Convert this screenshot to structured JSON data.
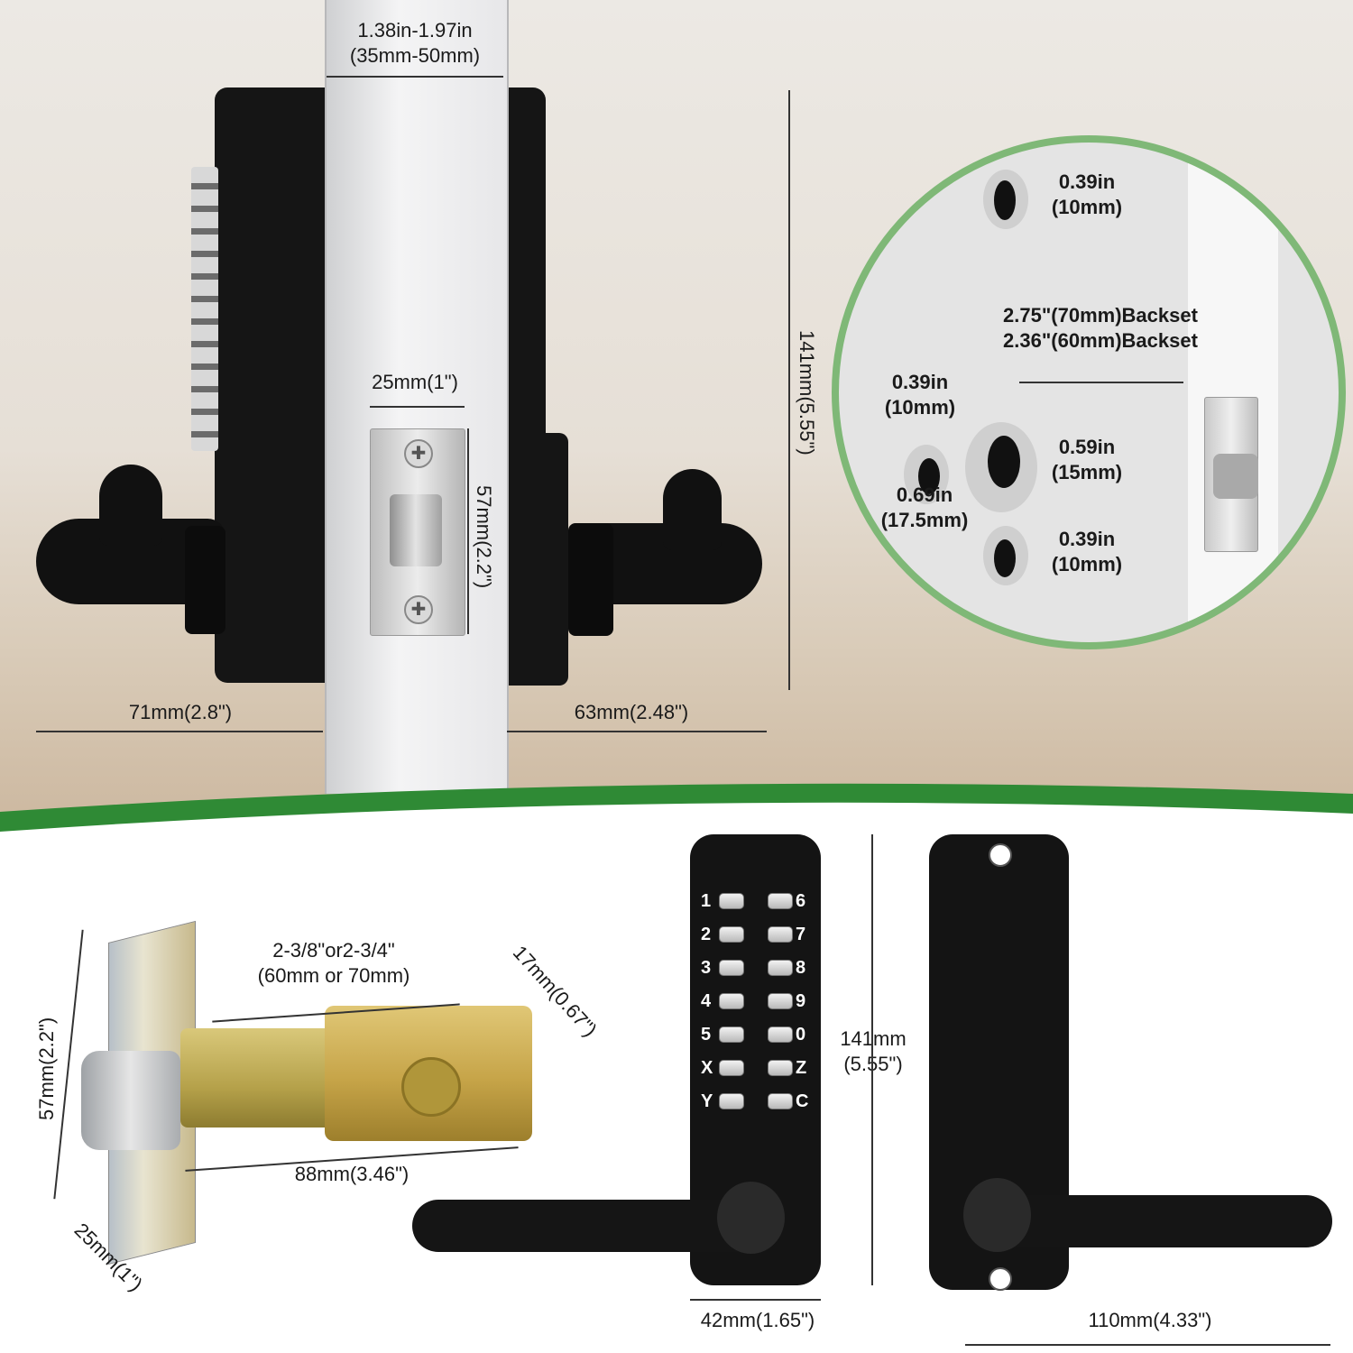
{
  "top_view": {
    "door_thickness": "1.38in-1.97in",
    "door_thickness_mm": "(35mm-50mm)",
    "latch_width": "25mm(1\")",
    "latch_height": "57mm(2.2\")",
    "lock_height": "141mm(5.55\")",
    "left_projection": "71mm(2.8\")",
    "right_projection": "63mm(2.48\")"
  },
  "drill_circle": {
    "top_hole_in": "0.39in",
    "top_hole_mm": "(10mm)",
    "backset_70": "2.75\"(70mm)Backset",
    "backset_60": "2.36\"(60mm)Backset",
    "left_hole_in": "0.39in",
    "left_hole_mm": "(10mm)",
    "center_hole_in": "0.59in",
    "center_hole_mm": "(15mm)",
    "spacing_in": "0.69in",
    "spacing_mm": "(17.5mm)",
    "bottom_hole_in": "0.39in",
    "bottom_hole_mm": "(10mm)"
  },
  "latch_view": {
    "backset_line1": "2-3/8\"or2-3/4\"",
    "backset_line2": "(60mm or 70mm)",
    "depth": "17mm(0.67\")",
    "plate_height": "57mm(2.2\")",
    "length": "88mm(3.46\")",
    "plate_width": "25mm(1\")"
  },
  "front_back_view": {
    "height_mm": "141mm",
    "height_in": "(5.55\")",
    "plate_width": "42mm(1.65\")",
    "lever_length": "110mm(4.33\")",
    "keys_left": [
      "1",
      "2",
      "3",
      "4",
      "5",
      "X",
      "Y"
    ],
    "keys_right": [
      "6",
      "7",
      "8",
      "9",
      "0",
      "Z",
      "C"
    ]
  },
  "colors": {
    "accent_green": "#7fb877",
    "wave_green": "#2f8a35",
    "lock_black": "#141414"
  }
}
